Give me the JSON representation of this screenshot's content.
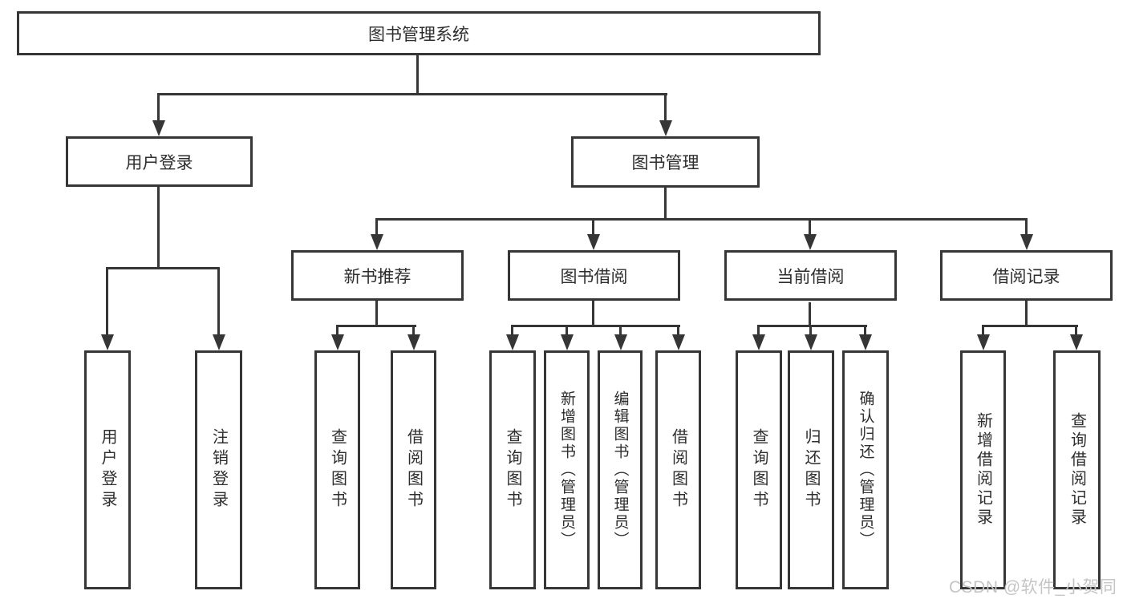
{
  "diagram_type": "hierarchy-flowchart",
  "tree": {
    "label": "图书管理系统",
    "children": [
      {
        "label": "用户登录",
        "children": [
          {
            "label": "用户登录"
          },
          {
            "label": "注销登录"
          }
        ]
      },
      {
        "label": "图书管理",
        "children": [
          {
            "label": "新书推荐",
            "children": [
              {
                "label": "查询图书"
              },
              {
                "label": "借阅图书"
              }
            ]
          },
          {
            "label": "图书借阅",
            "children": [
              {
                "label": "查询图书"
              },
              {
                "label": "新增图书（管理员）"
              },
              {
                "label": "编辑图书（管理员）"
              },
              {
                "label": "借阅图书"
              }
            ]
          },
          {
            "label": "当前借阅",
            "children": [
              {
                "label": "查询图书"
              },
              {
                "label": "归还图书"
              },
              {
                "label": "确认归还（管理员）"
              }
            ]
          },
          {
            "label": "借阅记录",
            "children": [
              {
                "label": "新增借阅记录"
              },
              {
                "label": "查询借阅记录"
              }
            ]
          }
        ]
      }
    ]
  },
  "watermark": "CSDN @软件_小贺同学",
  "colors": {
    "line": "#363636",
    "box_border": "#363636",
    "text": "#2e2e2e",
    "background": "#ffffff",
    "watermark": "#c5c5c5"
  }
}
